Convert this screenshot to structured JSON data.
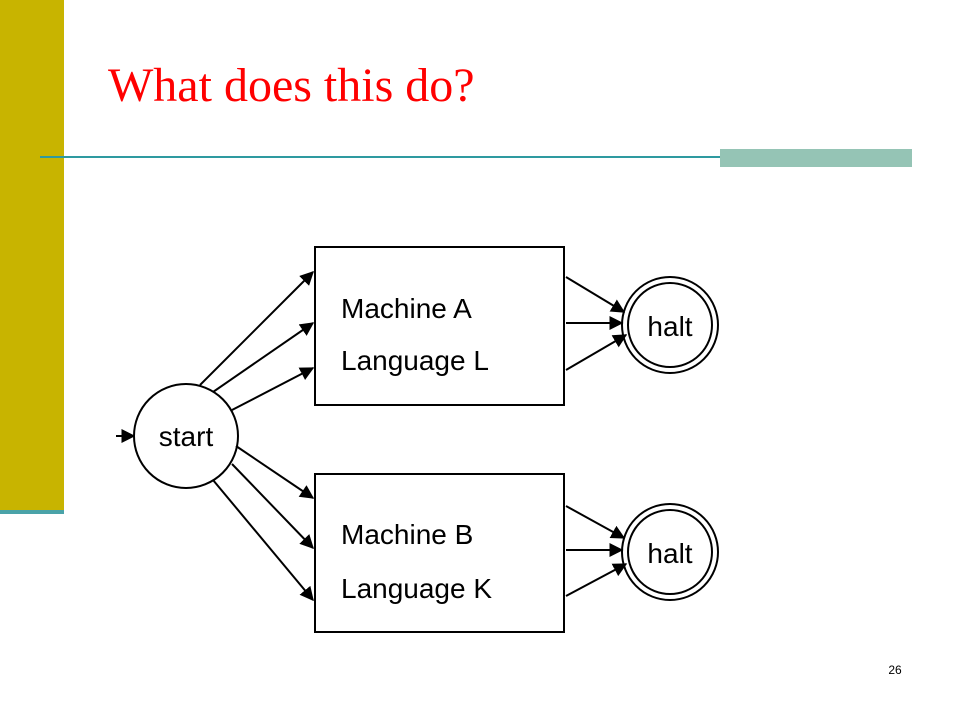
{
  "slide": {
    "title": "What does this do?",
    "page_number": "26"
  },
  "diagram": {
    "start_state": {
      "label": "start"
    },
    "machines": [
      {
        "name": "Machine A",
        "language": "Language L"
      },
      {
        "name": "Machine B",
        "language": "Language K"
      }
    ],
    "halt_states": [
      {
        "label": "halt"
      },
      {
        "label": "halt"
      }
    ]
  },
  "colors": {
    "title": "#ff0000",
    "sidebar": "#c8b400",
    "rule": "#2e9aa0",
    "rule_accent": "#95c4b5"
  }
}
